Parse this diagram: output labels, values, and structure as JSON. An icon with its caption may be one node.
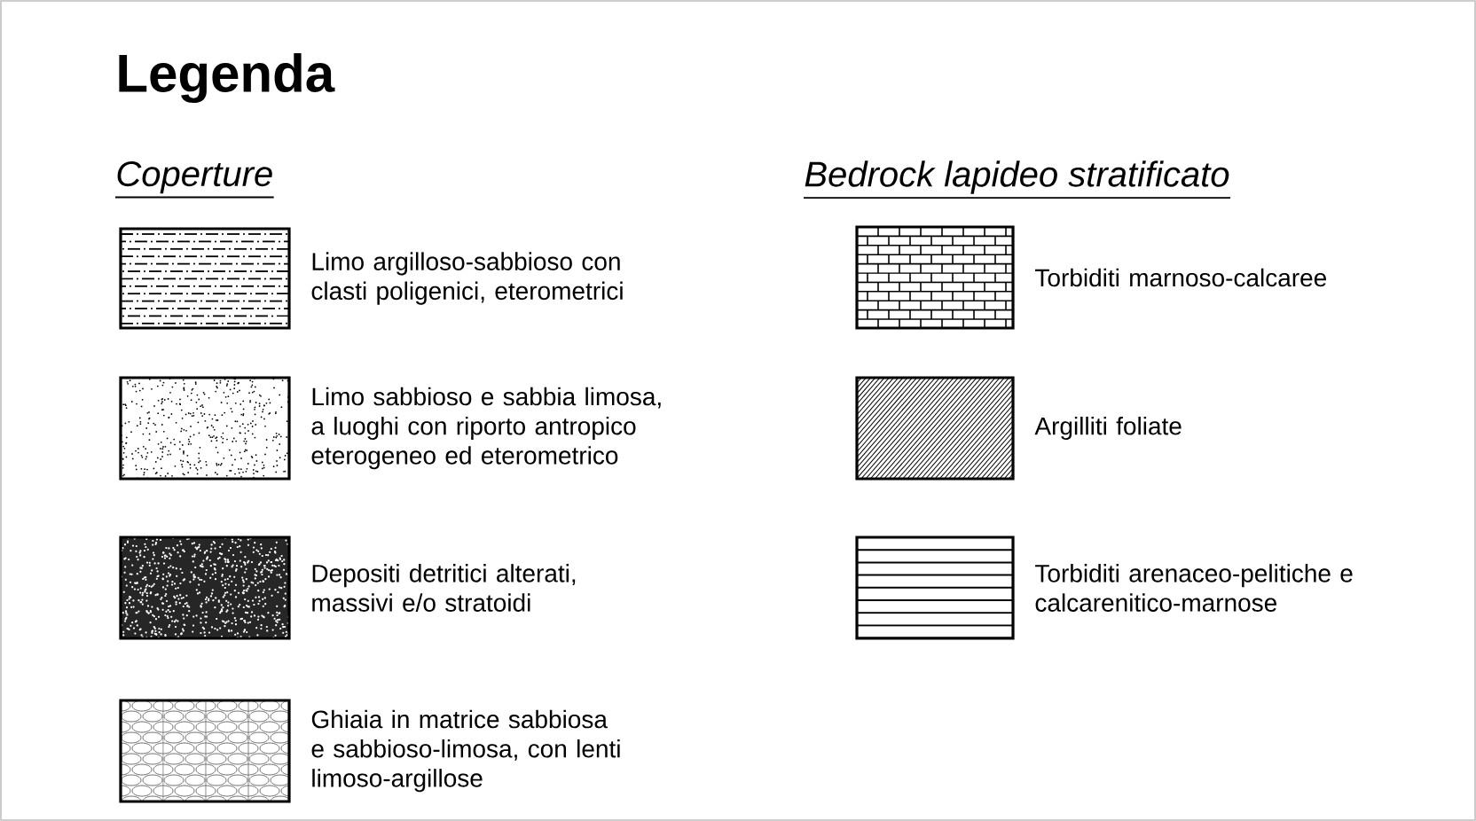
{
  "diagram": {
    "title": "Legenda",
    "labels": [
      "Coperture",
      "Bedrock lapideo stratificato"
    ],
    "legend": [
      {
        "text": "Limo argilloso-sabbioso con clasti poligenici, eterometrici"
      },
      {
        "text": "Limo sabbioso e sabbia limosa, a luoghi con riporto antropico eterogeneo ed eterometrico"
      },
      {
        "text": "Depositi detritici alterati, massivi e/o stratoidi"
      },
      {
        "text": "Ghiaia in matrice sabbiosa e sabbioso-limosa, con lenti limoso-argillose"
      },
      {
        "text": "Torbiditi marnoso-calcaree"
      },
      {
        "text": "Argilliti foliate"
      },
      {
        "text": "Torbiditi arenaceo-pelitiche e calcarenitico-marnose"
      }
    ]
  }
}
